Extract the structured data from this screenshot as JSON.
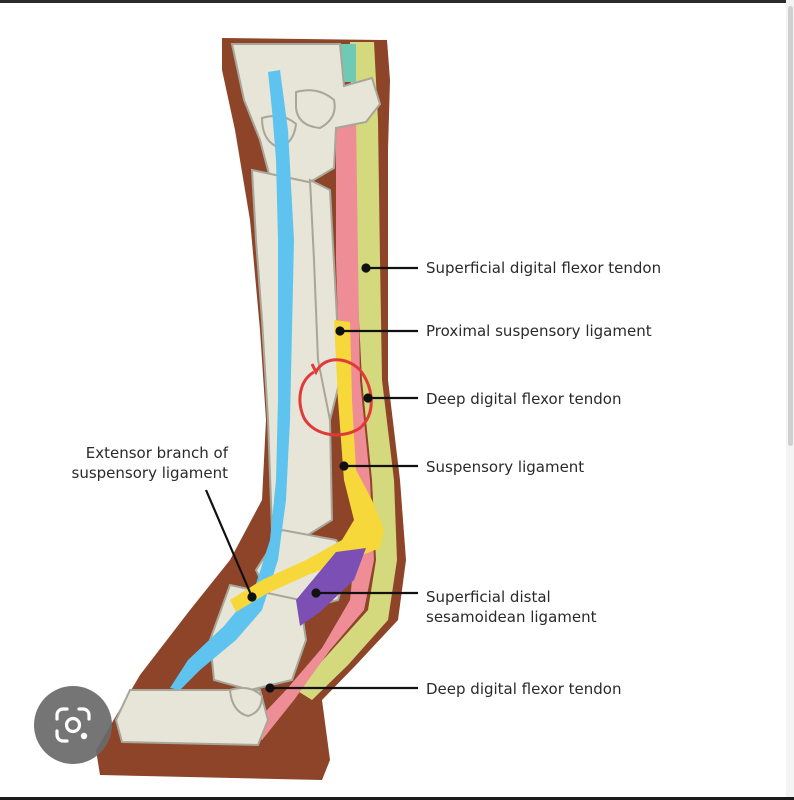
{
  "labels": {
    "superficial_digital_flexor_tendon": "Superficial digital flexor tendon",
    "proximal_suspensory_ligament": "Proximal suspensory ligament",
    "deep_digital_flexor_tendon_upper": "Deep digital flexor tendon",
    "suspensory_ligament": "Suspensory ligament",
    "superficial_distal_sesamoidean_line1": "Superficial distal",
    "superficial_distal_sesamoidean_line2": "sesamoidean ligament",
    "deep_digital_flexor_tendon_lower": "Deep digital flexor tendon",
    "extensor_branch_line1": "Extensor branch of",
    "extensor_branch_line2": "suspensory ligament"
  },
  "colors": {
    "skin": "#8e4429",
    "bone": "#e7e5d7",
    "bone_outline": "#a8a698",
    "extensor_tendon": "#5ec4ef",
    "sdft": "#d4d97e",
    "ddft": "#ef8d96",
    "suspensory": "#f7d83a",
    "sesamoidean": "#7c4fb4",
    "annotation": "#e03a3a",
    "teal": "#6fcab5"
  },
  "icons": {
    "lens": "google-lens-icon"
  }
}
